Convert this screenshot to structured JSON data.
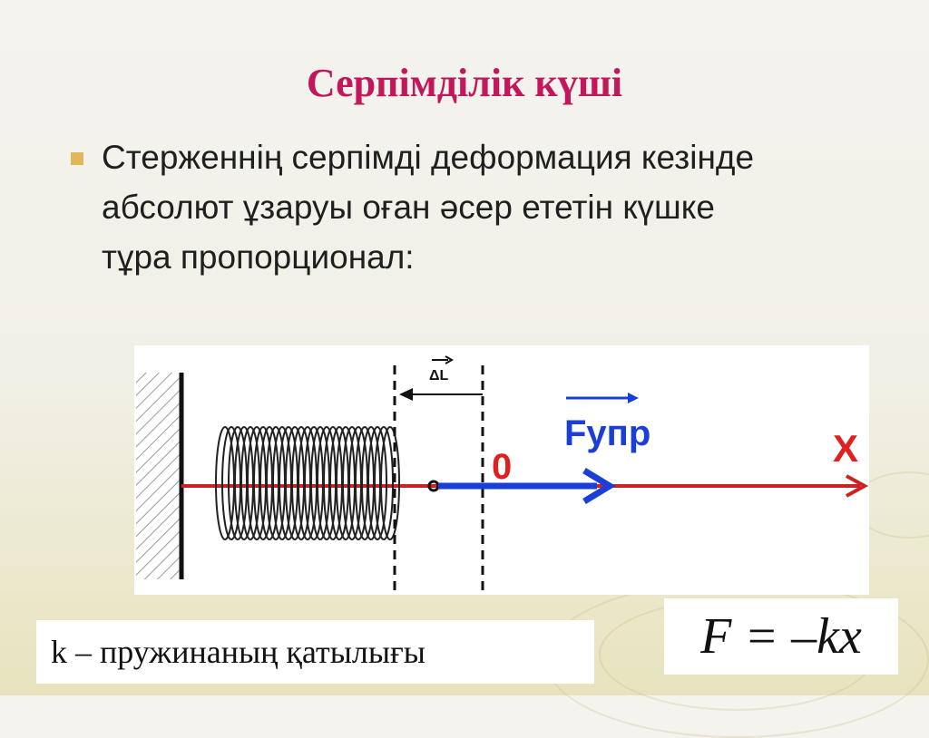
{
  "slide": {
    "title": "Серпімділік күші",
    "bullet": "Стерженнің серпімді деформация кезінде абсолют ұзаруы оған әсер ететін күшке тұра пропорционал:"
  },
  "figure": {
    "delta_label": "ΔL",
    "force_label": "Fупр",
    "origin_label": "0",
    "axis_label": "X",
    "colors": {
      "axis": "#cc2222",
      "force": "#1a3fd6",
      "spring": "#222222",
      "labels_red": "#e02020"
    }
  },
  "legend": {
    "k_text": "k – пружинаның қатылығы",
    "formula": "F = –kx"
  }
}
